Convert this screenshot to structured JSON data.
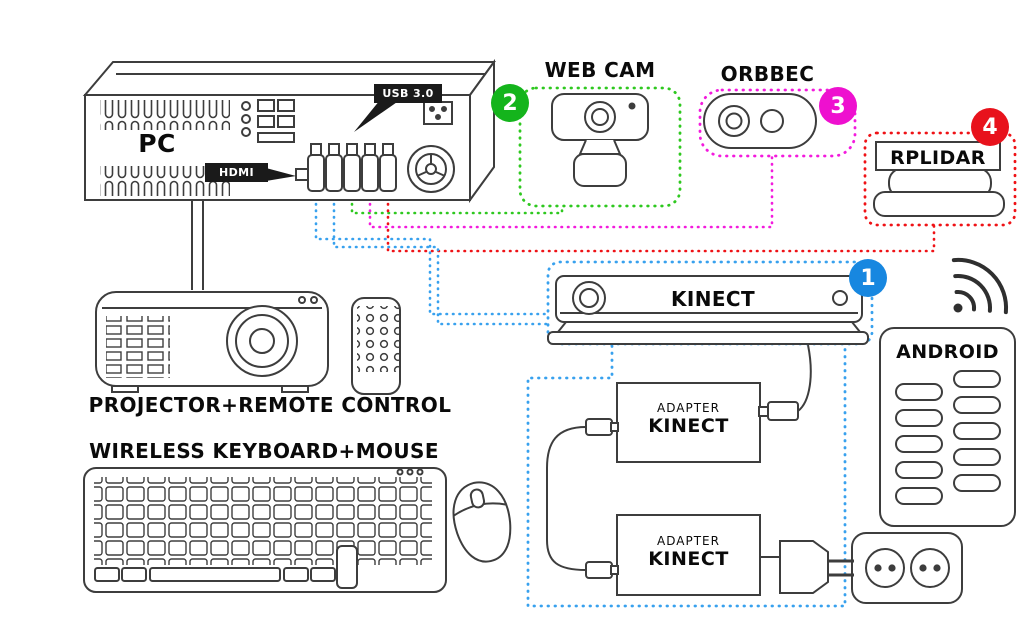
{
  "labels": {
    "pc": "PC",
    "webcam": "WEB CAM",
    "orbbec": "ORBBEC",
    "rplidar": "RPLIDAR",
    "kinect": "KINECT",
    "android": "ANDROID",
    "projector_remote": "PROJECTOR+REMOTE CONTROL",
    "keyboard_mouse": "WIRELESS KEYBOARD+MOUSE"
  },
  "tags": {
    "usb3": "USB 3.0",
    "hdmi": "HDMI"
  },
  "adapters": [
    {
      "line1": "ADAPTER",
      "line2": "KINECT"
    },
    {
      "line1": "ADAPTER",
      "line2": "KINECT"
    }
  ],
  "groups": {
    "kinect": {
      "number": "1",
      "line_color": "#38a1ee",
      "badge_color": "#1787e0"
    },
    "webcam": {
      "number": "2",
      "line_color": "#2ec81f",
      "badge_color": "#14b41c"
    },
    "orbbec": {
      "number": "3",
      "line_color": "#f31bdd",
      "badge_color": "#ee10cf"
    },
    "rplidar": {
      "number": "4",
      "line_color": "#ef1216",
      "badge_color": "#e8121c"
    }
  },
  "icons": {
    "wifi": "wifi-signal"
  },
  "outline_color": "#3d3d3d"
}
